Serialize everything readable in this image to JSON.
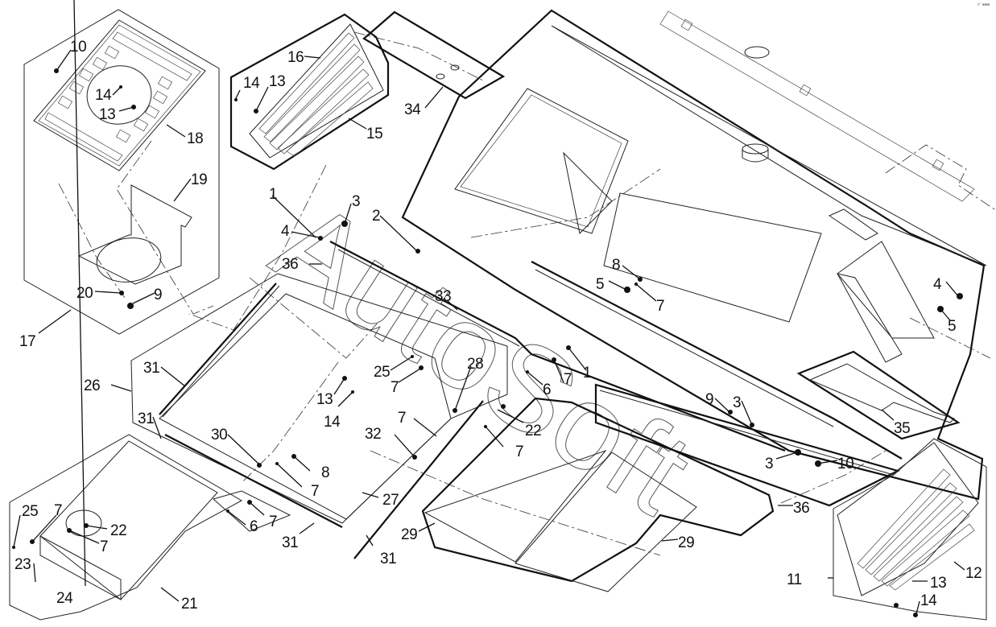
{
  "diagram": {
    "type": "exploded-parts-diagram",
    "watermark": "AutoSoft",
    "corner_stamp": "e° ■■■",
    "callouts": [
      {
        "id": "c-10a",
        "label": "10"
      },
      {
        "id": "c-14a",
        "label": "14"
      },
      {
        "id": "c-13a",
        "label": "13"
      },
      {
        "id": "c-18",
        "label": "18"
      },
      {
        "id": "c-19",
        "label": "19"
      },
      {
        "id": "c-20",
        "label": "20"
      },
      {
        "id": "c-9a",
        "label": "9"
      },
      {
        "id": "c-17",
        "label": "17"
      },
      {
        "id": "c-16",
        "label": "16"
      },
      {
        "id": "c-14b",
        "label": "14"
      },
      {
        "id": "c-13b",
        "label": "13"
      },
      {
        "id": "c-15",
        "label": "15"
      },
      {
        "id": "c-34",
        "label": "34"
      },
      {
        "id": "c-1a",
        "label": "1"
      },
      {
        "id": "c-3a",
        "label": "3"
      },
      {
        "id": "c-2",
        "label": "2"
      },
      {
        "id": "c-4a",
        "label": "4"
      },
      {
        "id": "c-36a",
        "label": "36"
      },
      {
        "id": "c-33",
        "label": "33"
      },
      {
        "id": "c-8a",
        "label": "8"
      },
      {
        "id": "c-5a",
        "label": "5"
      },
      {
        "id": "c-7a",
        "label": "7"
      },
      {
        "id": "c-1b",
        "label": "1"
      },
      {
        "id": "c-7b",
        "label": "7"
      },
      {
        "id": "c-6a",
        "label": "6"
      },
      {
        "id": "c-4b",
        "label": "4"
      },
      {
        "id": "c-5b",
        "label": "5"
      },
      {
        "id": "c-9b",
        "label": "9"
      },
      {
        "id": "c-3b",
        "label": "3"
      },
      {
        "id": "c-35",
        "label": "35"
      },
      {
        "id": "c-3c",
        "label": "3"
      },
      {
        "id": "c-10b",
        "label": "10"
      },
      {
        "id": "c-36b",
        "label": "36"
      },
      {
        "id": "c-26",
        "label": "26"
      },
      {
        "id": "c-31a",
        "label": "31"
      },
      {
        "id": "c-31b",
        "label": "31"
      },
      {
        "id": "c-25a",
        "label": "25"
      },
      {
        "id": "c-7c",
        "label": "7"
      },
      {
        "id": "c-28",
        "label": "28"
      },
      {
        "id": "c-13c",
        "label": "13"
      },
      {
        "id": "c-14c",
        "label": "14"
      },
      {
        "id": "c-7d",
        "label": "7"
      },
      {
        "id": "c-22a",
        "label": "22"
      },
      {
        "id": "c-32",
        "label": "32"
      },
      {
        "id": "c-7e",
        "label": "7"
      },
      {
        "id": "c-30",
        "label": "30"
      },
      {
        "id": "c-8b",
        "label": "8"
      },
      {
        "id": "c-7f",
        "label": "7"
      },
      {
        "id": "c-27",
        "label": "27"
      },
      {
        "id": "c-7g",
        "label": "7"
      },
      {
        "id": "c-6b",
        "label": "6"
      },
      {
        "id": "c-31c",
        "label": "31"
      },
      {
        "id": "c-31d",
        "label": "31"
      },
      {
        "id": "c-29a",
        "label": "29"
      },
      {
        "id": "c-29b",
        "label": "29"
      },
      {
        "id": "c-25b",
        "label": "25"
      },
      {
        "id": "c-7h",
        "label": "7"
      },
      {
        "id": "c-22b",
        "label": "22"
      },
      {
        "id": "c-7i",
        "label": "7"
      },
      {
        "id": "c-23",
        "label": "23"
      },
      {
        "id": "c-24",
        "label": "24"
      },
      {
        "id": "c-21",
        "label": "21"
      },
      {
        "id": "c-11",
        "label": "11"
      },
      {
        "id": "c-12",
        "label": "12"
      },
      {
        "id": "c-13d",
        "label": "13"
      },
      {
        "id": "c-14d",
        "label": "14"
      }
    ]
  }
}
